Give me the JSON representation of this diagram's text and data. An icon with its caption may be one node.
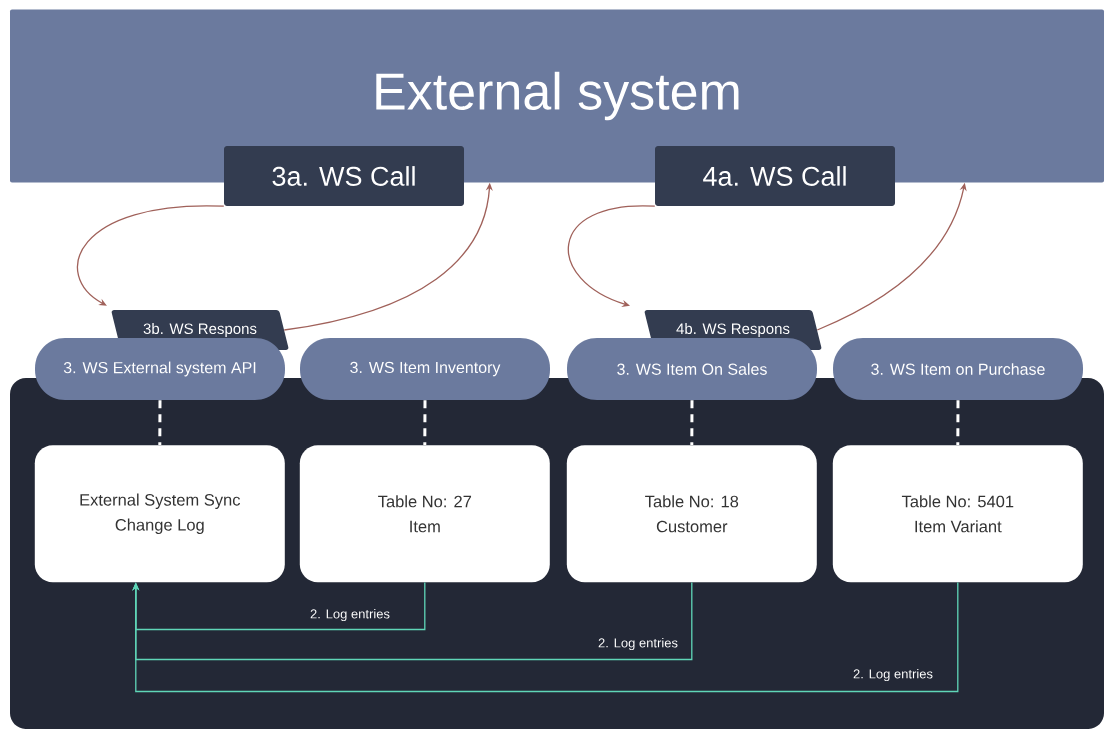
{
  "diagram": {
    "nodes": [
      {
        "text": [
          "External system"
        ]
      },
      {
        "text": [
          "3a. WS Call"
        ]
      },
      {
        "text": [
          "4a. WS Call"
        ]
      },
      {
        "text": [],
        "shape": "box"
      },
      {
        "text": [
          "3b. WS Respons"
        ]
      },
      {
        "text": [
          "4b. WS Respons"
        ]
      },
      {
        "text": [
          "3. WS External system API"
        ]
      },
      {
        "text": [
          "3. WS Item Inventory"
        ]
      },
      {
        "text": [
          "3. WS Item On Sales"
        ]
      },
      {
        "text": [
          "3. WS Item on Purchase"
        ]
      },
      {
        "text": [
          "External System Sync",
          "Change Log"
        ],
        "in": 3
      },
      {
        "text": [
          "Table No: 27",
          "Item"
        ],
        "in": 3
      },
      {
        "text": [
          "Table No: 18",
          "Customer"
        ],
        "in": 3
      },
      {
        "text": [
          "Table No: 5401",
          "Item Variant"
        ],
        "in": 3
      }
    ],
    "edges": [
      {
        "from": 1,
        "to": 4,
        "arrow": "to"
      },
      {
        "from": 4,
        "to": 0,
        "arrow": "to"
      },
      {
        "from": 2,
        "to": 5,
        "arrow": "to"
      },
      {
        "from": 5,
        "to": 0,
        "arrow": "to"
      },
      {
        "from": 6,
        "to": 10,
        "arrow": "none",
        "style": "dashed",
        "color": "#ffffff"
      },
      {
        "from": 7,
        "to": 11,
        "arrow": "none",
        "style": "dashed",
        "color": "#ffffff"
      },
      {
        "from": 8,
        "to": 12,
        "arrow": "none",
        "style": "dashed",
        "color": "#ffffff"
      },
      {
        "from": 9,
        "to": 13,
        "arrow": "none",
        "style": "dashed",
        "color": "#ffffff"
      },
      {
        "from": 11,
        "to": 10,
        "arrow": "to",
        "label": "2. Log entries",
        "color": "#5fd6b8"
      },
      {
        "from": 12,
        "to": 10,
        "arrow": "to",
        "label": "2. Log entries",
        "color": "#5fd6b8"
      },
      {
        "from": 13,
        "to": 10,
        "arrow": "to",
        "label": "2. Log entries",
        "color": "#5fd6b8"
      }
    ]
  }
}
